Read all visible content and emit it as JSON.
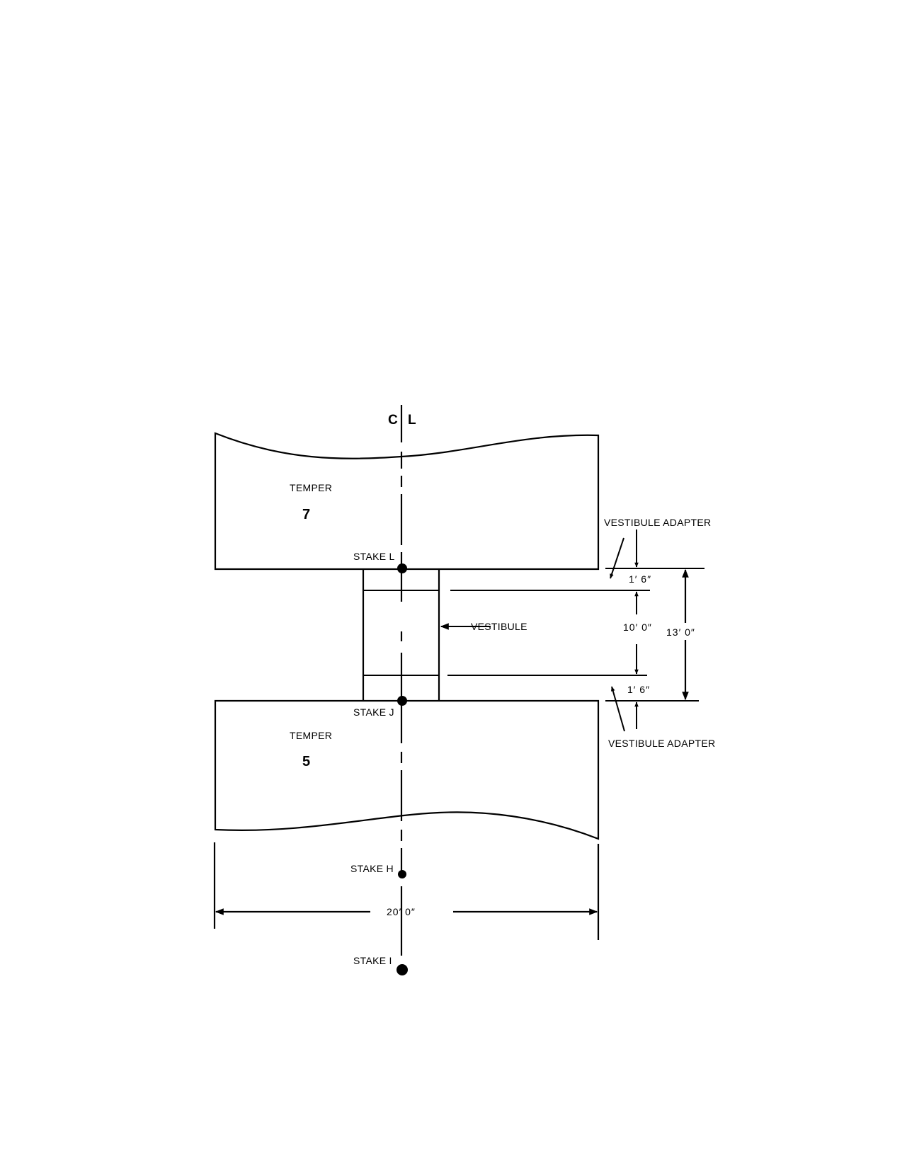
{
  "centerline": {
    "c": "C",
    "l": "L"
  },
  "temper_top": {
    "label": "TEMPER",
    "number": "7"
  },
  "temper_bottom": {
    "label": "TEMPER",
    "number": "5"
  },
  "stakes": {
    "l": "STAKE L",
    "j": "STAKE J",
    "h": "STAKE H",
    "i": "STAKE I"
  },
  "vestibule": "VESTIBULE",
  "adapter_top": "VESTIBULE ADAPTER",
  "adapter_bottom": "VESTIBULE ADAPTER",
  "dims": {
    "adapter_top": "1′ 6″",
    "vestibule": "10′ 0″",
    "adapter_bottom": "1′ 6″",
    "total": "13′ 0″",
    "width": "20′ 0″"
  }
}
